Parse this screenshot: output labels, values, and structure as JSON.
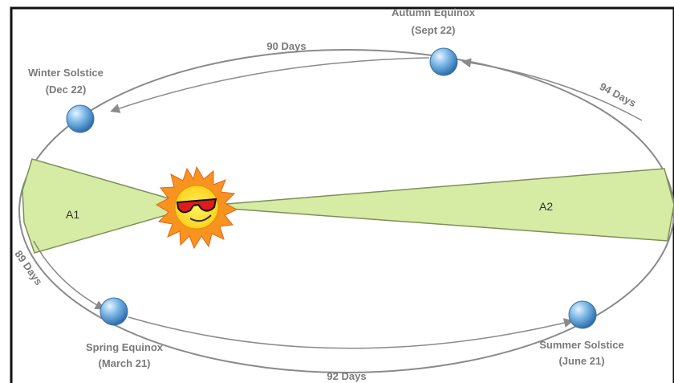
{
  "seasons": {
    "autumn": {
      "name": "Autumn Equinox",
      "date": "(Sept 22)"
    },
    "winter": {
      "name": "Winter Solstice",
      "date": "(Dec 22)"
    },
    "spring": {
      "name": "Spring Equinox",
      "date": "(March 21)"
    },
    "summer": {
      "name": "Summer Solstice",
      "date": "(June 21)"
    }
  },
  "intervals": {
    "top": "90 Days",
    "right": "94 Days",
    "left": "89 Days",
    "bottom": "92 Days"
  },
  "areas": {
    "a1": "A1",
    "a2": "A2"
  },
  "colors": {
    "orbit": "#8a8a8a",
    "sector_fill": "#d6eba4",
    "sector_stroke": "#7d8f5a",
    "planet": "#5aa0d8",
    "sun": "#f7931e",
    "sun_face": "#ffe44a",
    "glasses": "#e01b1b"
  },
  "icons": {
    "sun": "sun-with-sunglasses-icon",
    "planet": "earth-icon"
  }
}
